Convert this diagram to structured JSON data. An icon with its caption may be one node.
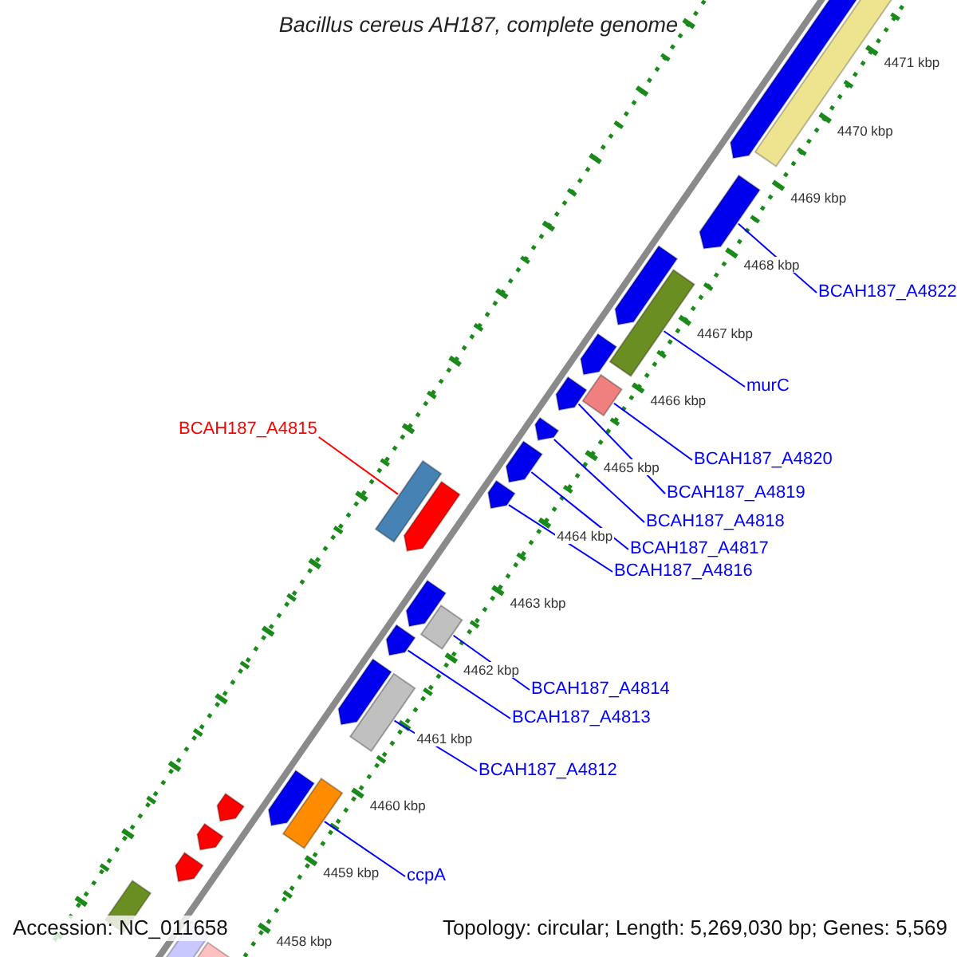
{
  "diagram": {
    "title": "Bacillus cereus AH187, complete genome",
    "nodes": [
      {
        "text": [
          "BCAH187_A4822"
        ]
      },
      {
        "text": [
          "murC"
        ]
      },
      {
        "text": [
          "BCAH187_A4815"
        ]
      },
      {
        "text": [
          "BCAH187_A4820"
        ]
      },
      {
        "text": [
          "BCAH187_A4819"
        ]
      },
      {
        "text": [
          "BCAH187_A4818"
        ]
      },
      {
        "text": [
          "BCAH187_A4817"
        ]
      },
      {
        "text": [
          "BCAH187_A4816"
        ]
      },
      {
        "text": [
          "BCAH187_A4814"
        ]
      },
      {
        "text": [
          "BCAH187_A4813"
        ]
      },
      {
        "text": [
          "BCAH187_A4812"
        ]
      },
      {
        "text": [
          "ccpA"
        ]
      },
      {
        "text": [],
        "shape": "bar"
      },
      {
        "text": [],
        "shape": "bar"
      },
      {
        "text": [],
        "shape": "bar"
      },
      {
        "text": [],
        "shape": "bar"
      },
      {
        "text": [],
        "shape": "bar"
      },
      {
        "text": [],
        "shape": "bar"
      },
      {
        "text": [],
        "shape": "bar"
      },
      {
        "text": [],
        "shape": "bar"
      },
      {
        "text": [],
        "shape": "bar"
      },
      {
        "text": [],
        "shape": "bar"
      },
      {
        "text": [],
        "shape": "bar"
      },
      {
        "text": [],
        "shape": "bar"
      }
    ],
    "edges": [
      {
        "from": 0,
        "to": 12,
        "arrow": "none"
      },
      {
        "from": 1,
        "to": 13,
        "arrow": "none"
      },
      {
        "from": 2,
        "to": 19,
        "arrow": "none",
        "color": "#ff0000"
      },
      {
        "from": 3,
        "to": 14,
        "arrow": "none"
      },
      {
        "from": 4,
        "to": 15,
        "arrow": "none"
      },
      {
        "from": 5,
        "to": 16,
        "arrow": "none"
      },
      {
        "from": 6,
        "to": 17,
        "arrow": "none"
      },
      {
        "from": 7,
        "to": 18,
        "arrow": "none"
      },
      {
        "from": 8,
        "to": 20,
        "arrow": "none"
      },
      {
        "from": 9,
        "to": 21,
        "arrow": "none"
      },
      {
        "from": 10,
        "to": 22,
        "arrow": "none"
      },
      {
        "from": 11,
        "to": 23,
        "arrow": "none"
      }
    ],
    "labels": [
      "4471 kbp",
      "4470 kbp",
      "4469 kbp",
      "4468 kbp",
      "4467 kbp",
      "4466 kbp",
      "4465 kbp",
      "4464 kbp",
      "4463 kbp",
      "4462 kbp",
      "4461 kbp",
      "4460 kbp",
      "4459 kbp",
      "4458 kbp",
      "Accession: NC_011658",
      "Topology: circular; Length: 5,269,030 bp; Genes: 5,569"
    ]
  }
}
